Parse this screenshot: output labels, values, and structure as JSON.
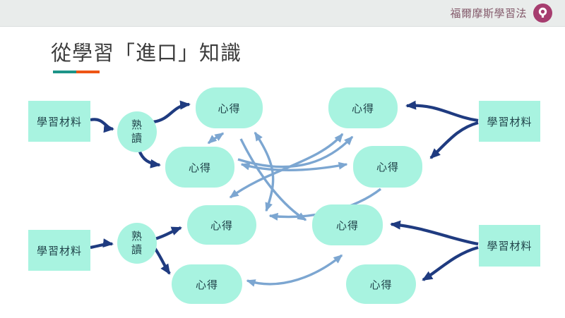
{
  "topbar": {
    "app_title": "福爾摩斯學習法",
    "logo_icon": "magnifier-icon",
    "logo_color": "#a63d6f"
  },
  "slide": {
    "title": "從學習「進口」知識",
    "underline_colors": {
      "left": "#1d9488",
      "right": "#ee5515"
    }
  },
  "diagram": {
    "colors": {
      "node_fill": "#a8f3e0",
      "primary_arrow": "#1f3b80",
      "secondary_arrow": "#7ca6d1"
    },
    "nodes": [
      {
        "id": "material-top-left",
        "label": "學習材料",
        "shape": "rect"
      },
      {
        "id": "read-top",
        "label": "熟讀",
        "shape": "ellipse"
      },
      {
        "id": "insight-a",
        "label": "心得",
        "shape": "pill"
      },
      {
        "id": "insight-b",
        "label": "心得",
        "shape": "pill"
      },
      {
        "id": "insight-c",
        "label": "心得",
        "shape": "pill"
      },
      {
        "id": "insight-d",
        "label": "心得",
        "shape": "pill"
      },
      {
        "id": "material-top-right",
        "label": "學習材料",
        "shape": "rect"
      },
      {
        "id": "material-bottom-left",
        "label": "學習材料",
        "shape": "rect"
      },
      {
        "id": "read-bottom",
        "label": "熟讀",
        "shape": "ellipse"
      },
      {
        "id": "insight-e",
        "label": "心得",
        "shape": "pill"
      },
      {
        "id": "insight-f",
        "label": "心得",
        "shape": "pill"
      },
      {
        "id": "insight-g",
        "label": "心得",
        "shape": "pill"
      },
      {
        "id": "insight-h",
        "label": "心得",
        "shape": "pill"
      },
      {
        "id": "material-bottom-right",
        "label": "學習材料",
        "shape": "rect"
      }
    ],
    "edges": [
      {
        "from": "material-top-left",
        "to": "read-top",
        "style": "primary",
        "double": false
      },
      {
        "from": "read-top",
        "to": "insight-a",
        "style": "primary",
        "double": false
      },
      {
        "from": "read-top",
        "to": "insight-b",
        "style": "primary",
        "double": false
      },
      {
        "from": "material-top-right",
        "to": "insight-c",
        "style": "primary",
        "double": false
      },
      {
        "from": "material-top-right",
        "to": "insight-d",
        "style": "primary",
        "double": false
      },
      {
        "from": "material-bottom-left",
        "to": "read-bottom",
        "style": "primary",
        "double": false
      },
      {
        "from": "read-bottom",
        "to": "insight-e",
        "style": "primary",
        "double": false
      },
      {
        "from": "read-bottom",
        "to": "insight-f",
        "style": "primary",
        "double": false
      },
      {
        "from": "material-bottom-right",
        "to": "insight-g",
        "style": "primary",
        "double": false
      },
      {
        "from": "material-bottom-right",
        "to": "insight-h",
        "style": "primary",
        "double": false
      },
      {
        "from": "insight-a",
        "to": "insight-b",
        "style": "secondary",
        "double": true
      },
      {
        "from": "insight-b",
        "to": "insight-d",
        "style": "secondary",
        "double": true
      },
      {
        "from": "insight-c",
        "to": "insight-e",
        "style": "secondary",
        "double": true
      },
      {
        "from": "insight-b",
        "to": "insight-c",
        "style": "secondary",
        "double": false
      },
      {
        "from": "insight-a",
        "to": "insight-e",
        "style": "secondary",
        "double": true
      },
      {
        "from": "insight-a",
        "to": "insight-g",
        "style": "secondary",
        "double": false
      },
      {
        "from": "insight-d",
        "to": "insight-e",
        "style": "secondary",
        "double": false
      },
      {
        "from": "insight-f",
        "to": "insight-g",
        "style": "secondary",
        "double": true
      }
    ]
  }
}
